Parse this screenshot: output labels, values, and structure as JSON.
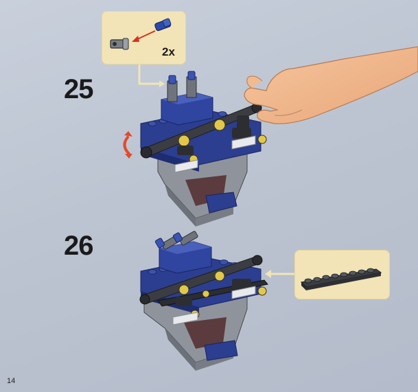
{
  "page": {
    "number": "14",
    "background_color": "#bfc6d3"
  },
  "steps": [
    {
      "number": "25",
      "parts_callout": {
        "quantity": "2x",
        "parts": [
          "grey-pin-connector",
          "blue-axle-pin"
        ]
      },
      "icons": [
        "hand-icon",
        "rotate-arrow-icon"
      ]
    },
    {
      "number": "26",
      "parts_callout": {
        "quantity": "",
        "parts": [
          "dark-grey-1x8-plate"
        ]
      }
    }
  ],
  "colors": {
    "callout": "#f2e4b6",
    "callout_arrow": "#e8cf87",
    "brick_blue": "#2c3e8f",
    "brick_grey": "#8f949c",
    "brick_dark": "#3b3d42",
    "brick_yellow": "#e2c84a",
    "rotate_arrow": "#e24a2a"
  }
}
